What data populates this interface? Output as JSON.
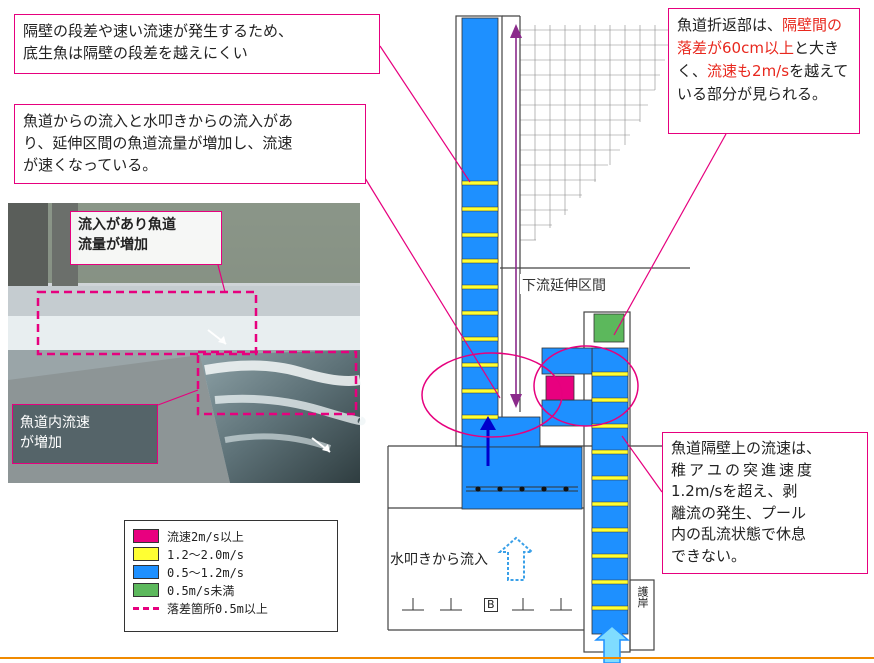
{
  "callouts": {
    "top_left": {
      "line1": "隔壁の段差や速い流速が発生するため、",
      "line2": "底生魚は隔壁の段差を越えにくい"
    },
    "middle_left": {
      "line1": "魚道からの流入と水叩きからの流入があ",
      "line2": "り、延伸区間の魚道流量が増加し、流速",
      "line3": "が速くなっている。"
    },
    "top_right": {
      "seg1": "魚道折返部は、",
      "seg2": "隔壁",
      "seg3": "間の落差が60cm以",
      "seg4": "上",
      "seg5": "と大きく、",
      "seg6": "流速も",
      "seg7": "2m/s",
      "seg8": "を越えている",
      "seg9": "部分が見られる。"
    },
    "bottom_right": {
      "line1": "魚道隔壁上の流速は、",
      "line2": "稚アユの突進速度",
      "line3": "1.2m/sを超え、剥",
      "line4": "離流の発生、プール",
      "line5": "内の乱流状態で休息",
      "line6": "できない。"
    }
  },
  "photo": {
    "label_top_line1": "流入があり魚道",
    "label_top_line2": "流量が増加",
    "label_bottom_line1": "魚道内流速",
    "label_bottom_line2": "が増加"
  },
  "diagram": {
    "section_label": "下流延伸区間",
    "inflow_label": "水叩きから流入",
    "small_label": "B",
    "side_label": "護岸"
  },
  "legend": {
    "items": [
      {
        "label": "流速2m/s以上",
        "color": "#e8007f"
      },
      {
        "label": "1.2～2.0m/s",
        "color": "#ffff33"
      },
      {
        "label": "0.5～1.2m/s",
        "color": "#1e90ff"
      },
      {
        "label": "0.5m/s未満",
        "color": "#5cb85c"
      }
    ],
    "dash_label": "落差箇所0.5m以上"
  },
  "colors": {
    "fast": "#e8007f",
    "mid": "#ffff33",
    "normal": "#1e90ff",
    "slow": "#5cb85c",
    "accent": "#e6007e",
    "arrow": "#0000cc",
    "footer_line": "#f08a00"
  }
}
